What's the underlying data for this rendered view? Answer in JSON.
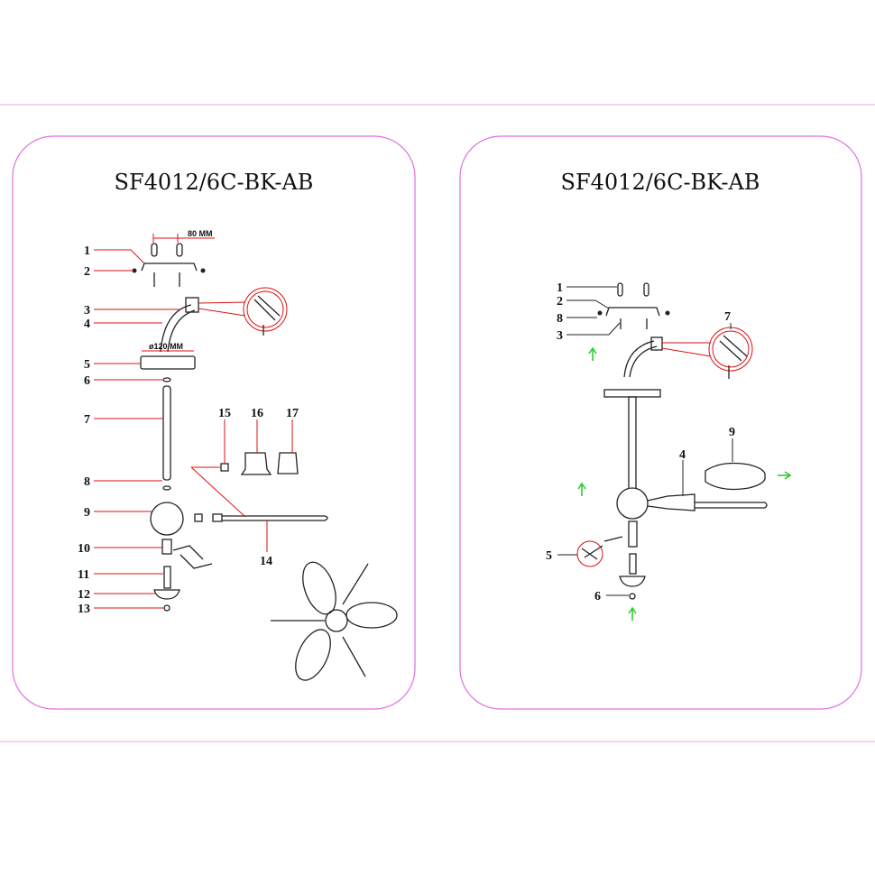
{
  "colors": {
    "frame": "#e070e0",
    "leader_left": "#d11111",
    "leader_right": "#222222",
    "arrows": "#22cc22"
  },
  "left_panel": {
    "title": "SF4012/6C-BK-AB",
    "dim_bracket": "80 MM",
    "dim_canopy": "ø120 MM",
    "labels": [
      "1",
      "2",
      "3",
      "4",
      "5",
      "6",
      "7",
      "8",
      "9",
      "10",
      "11",
      "12",
      "13",
      "14",
      "15",
      "16",
      "17"
    ]
  },
  "right_panel": {
    "title": "SF4012/6C-BK-AB",
    "labels": [
      "1",
      "2",
      "8",
      "3",
      "7",
      "9",
      "4",
      "5",
      "6"
    ]
  }
}
